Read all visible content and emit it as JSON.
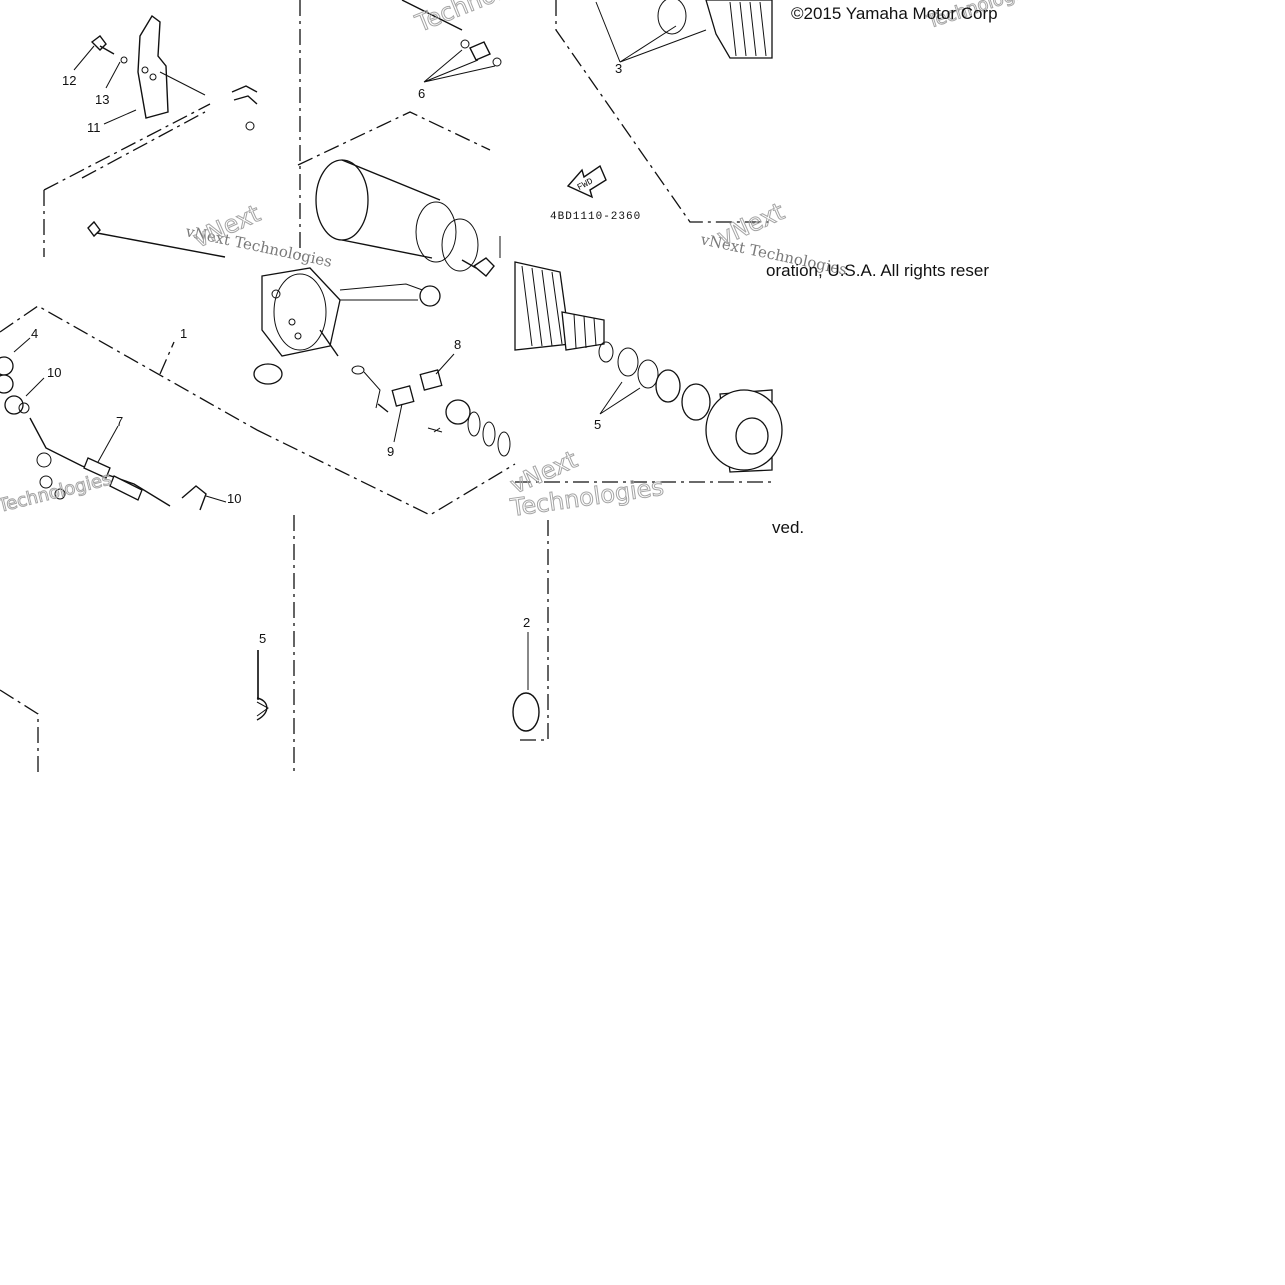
{
  "copyright": {
    "line_a": "©2015 Yamaha Motor Corp",
    "line_b": "oration, U.S.A. All rights reser",
    "line_c": "ved."
  },
  "diagram_code": "4BD1110-2360",
  "direction_label": "FWD",
  "watermark": {
    "text": "vNext Technologies",
    "word_a": "vNext",
    "word_b": "Technologies"
  },
  "callouts": {
    "part_1": "1",
    "part_2": "2",
    "part_3": "3",
    "part_4": "4",
    "part_5": "5",
    "part_6": "6",
    "part_7": "7",
    "part_8": "8",
    "part_9": "9",
    "part_10": "10",
    "part_11": "11",
    "part_12": "12",
    "part_13": "13"
  }
}
